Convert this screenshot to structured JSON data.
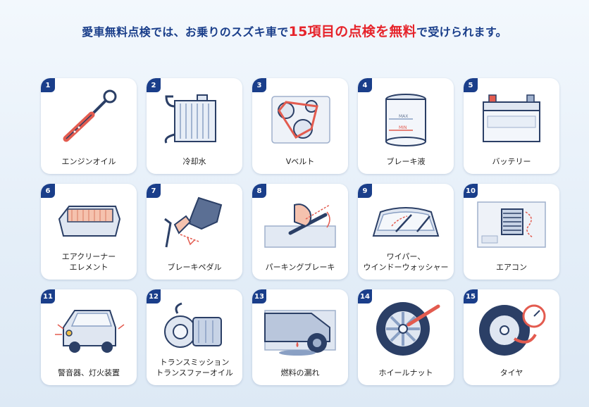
{
  "headline": {
    "pre": "愛車無料点検では、お乗りのスズキ車で",
    "accent": "15項目の点検を無料",
    "post": "で受けられます。"
  },
  "colors": {
    "navy": "#1a3e8a",
    "red": "#e6242b"
  },
  "items": [
    {
      "num": "1",
      "label": "エンジンオイル",
      "icon": "oil-dipstick-icon"
    },
    {
      "num": "2",
      "label": "冷却水",
      "icon": "radiator-icon"
    },
    {
      "num": "3",
      "label": "Vベルト",
      "icon": "v-belt-icon"
    },
    {
      "num": "4",
      "label": "ブレーキ液",
      "icon": "brake-fluid-reservoir-icon"
    },
    {
      "num": "5",
      "label": "バッテリー",
      "icon": "battery-icon"
    },
    {
      "num": "6",
      "label": "エアクリーナー\nエレメント",
      "icon": "air-filter-icon"
    },
    {
      "num": "7",
      "label": "ブレーキペダル",
      "icon": "brake-pedal-icon"
    },
    {
      "num": "8",
      "label": "パーキングブレーキ",
      "icon": "parking-brake-icon"
    },
    {
      "num": "9",
      "label": "ワイパー、\nウインドーウォッシャー",
      "icon": "wiper-icon"
    },
    {
      "num": "10",
      "label": "エアコン",
      "icon": "air-conditioner-vent-icon"
    },
    {
      "num": "11",
      "label": "警音器、灯火装置",
      "icon": "car-horn-lights-icon"
    },
    {
      "num": "12",
      "label": "トランスミッション\nトランスファーオイル",
      "icon": "transmission-icon"
    },
    {
      "num": "13",
      "label": "燃料の漏れ",
      "icon": "fuel-leak-icon"
    },
    {
      "num": "14",
      "label": "ホイールナット",
      "icon": "wheel-nut-icon"
    },
    {
      "num": "15",
      "label": "タイヤ",
      "icon": "tire-gauge-icon"
    }
  ]
}
